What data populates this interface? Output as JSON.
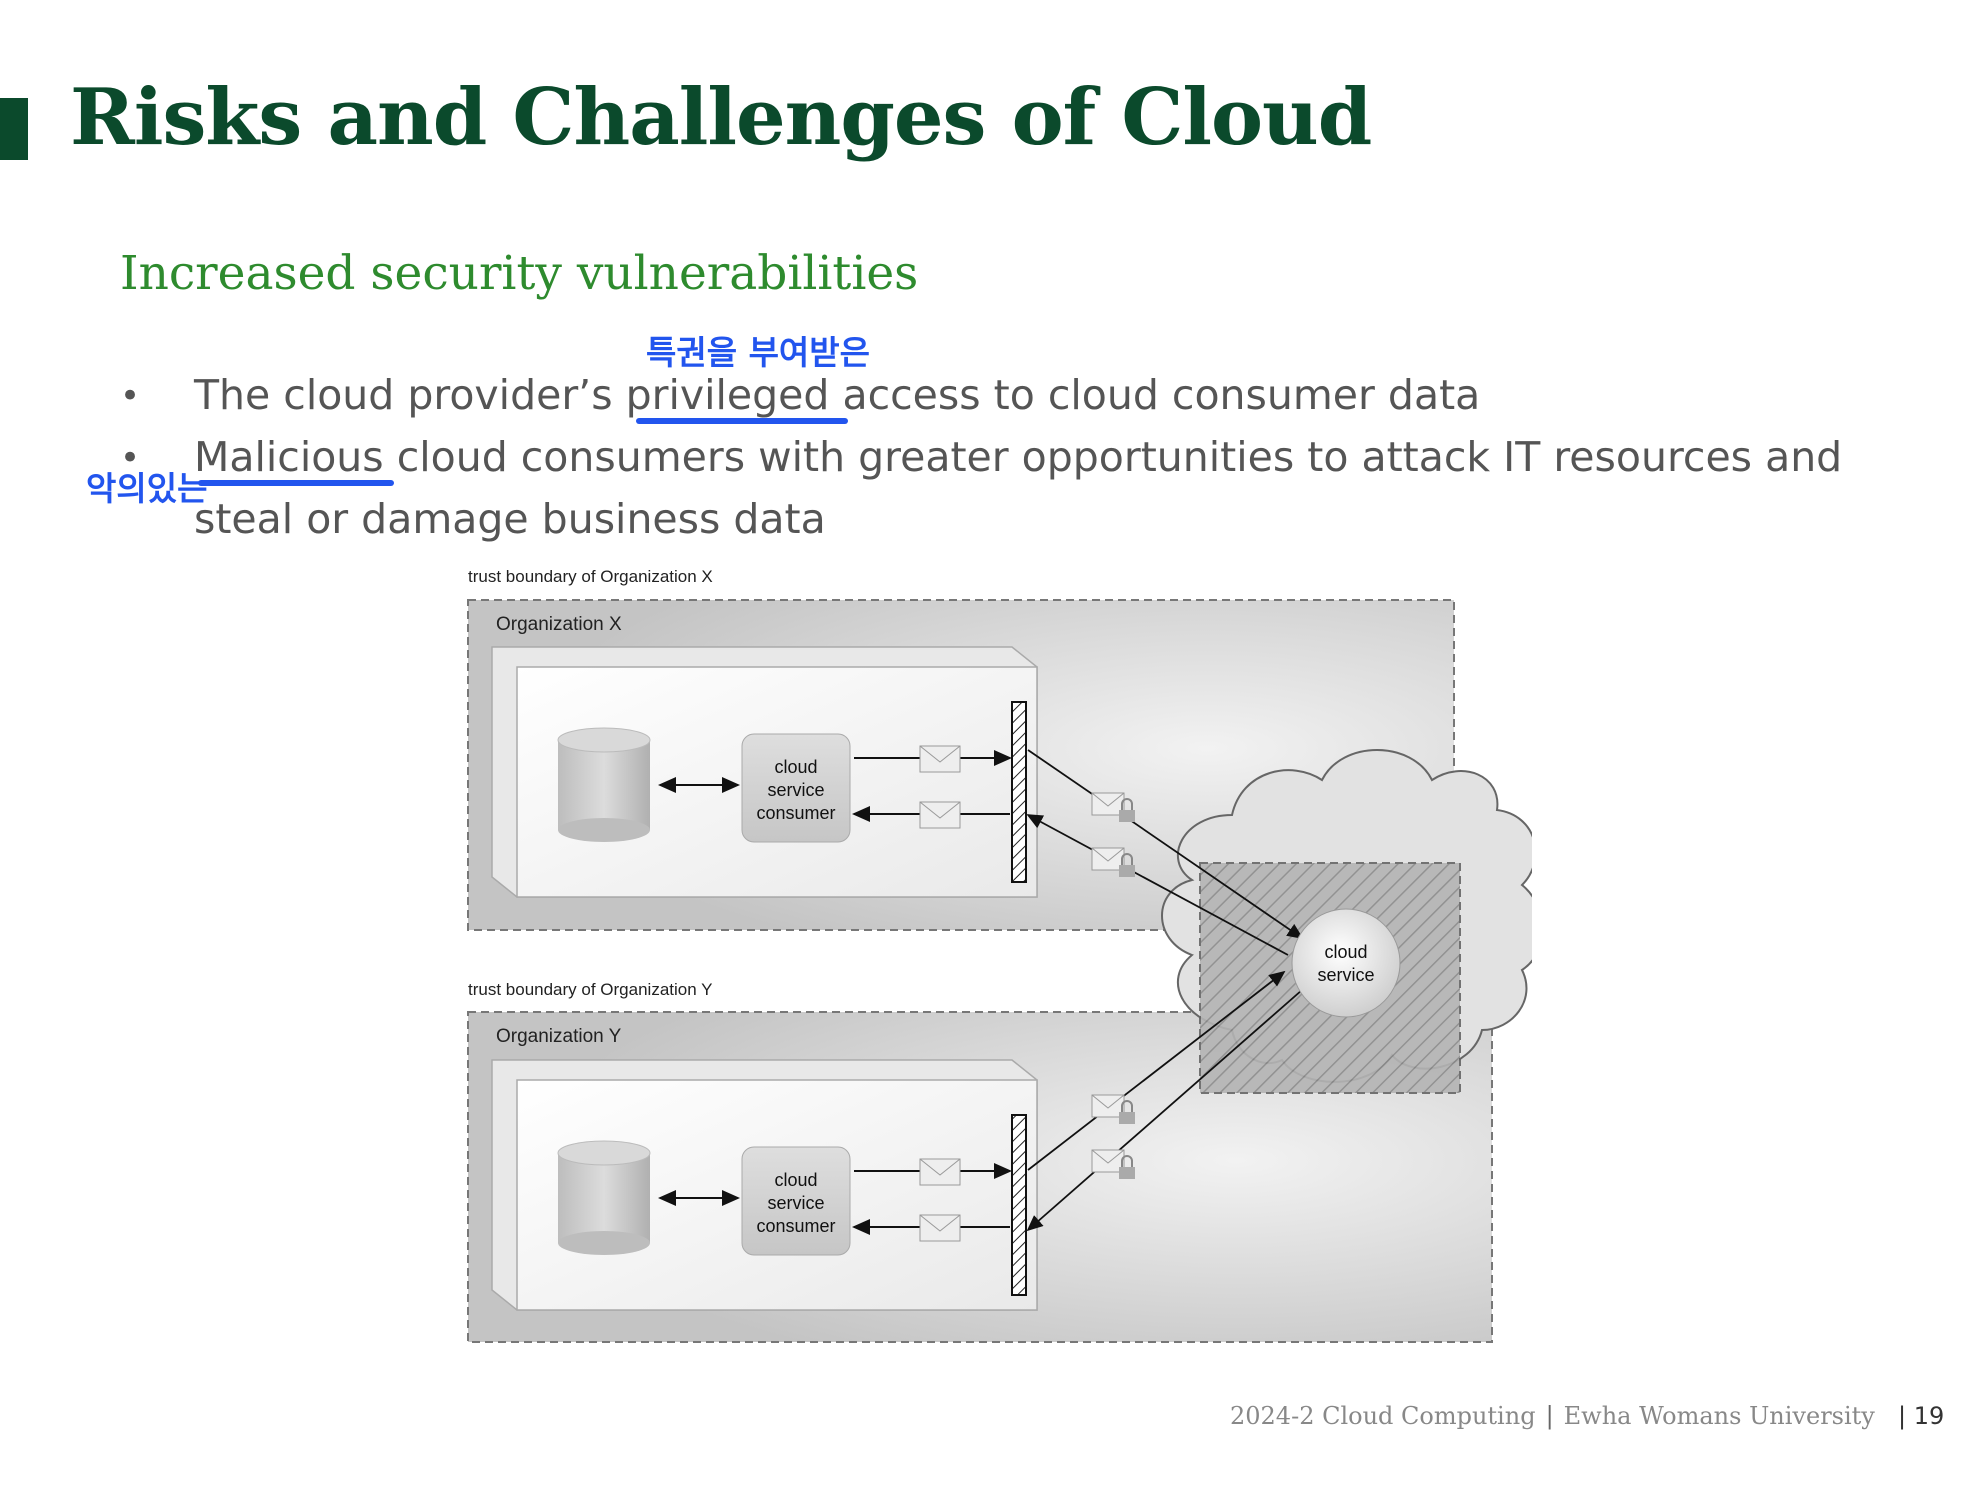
{
  "slide": {
    "title": "Risks and Challenges of Cloud",
    "subtitle": "Increased security vulnerabilities",
    "bullets": [
      {
        "before": "The cloud provider’s ",
        "highlight": "privileged",
        "after": " access to cloud consumer data",
        "annotation": "특권을 부여받은"
      },
      {
        "before": "",
        "highlight": "Malicious",
        "after": " cloud consumers with greater opportunities to attack IT resources and steal or damage business data",
        "annotation": "악의있는"
      }
    ],
    "bullet_symbol": "•",
    "colors": {
      "title": "#0b4a2c",
      "subtitle": "#2e8b2e",
      "annotation": "#2255ee",
      "text": "#555555"
    }
  },
  "figure": {
    "label_x": "trust boundary of Organization X",
    "org_x": "Organization X",
    "label_y": "trust boundary of Organization Y",
    "org_y": "Organization Y",
    "consumer_lines": [
      "cloud",
      "service",
      "consumer"
    ],
    "service_lines": [
      "cloud",
      "service"
    ],
    "icons": [
      "database-icon",
      "envelope-icon",
      "lock-icon",
      "firewall-icon",
      "cloud-icon"
    ]
  },
  "footer": {
    "course": "2024-2 Cloud Computing",
    "separator": "|",
    "university": "Ewha Womans University",
    "page": "| 19"
  }
}
